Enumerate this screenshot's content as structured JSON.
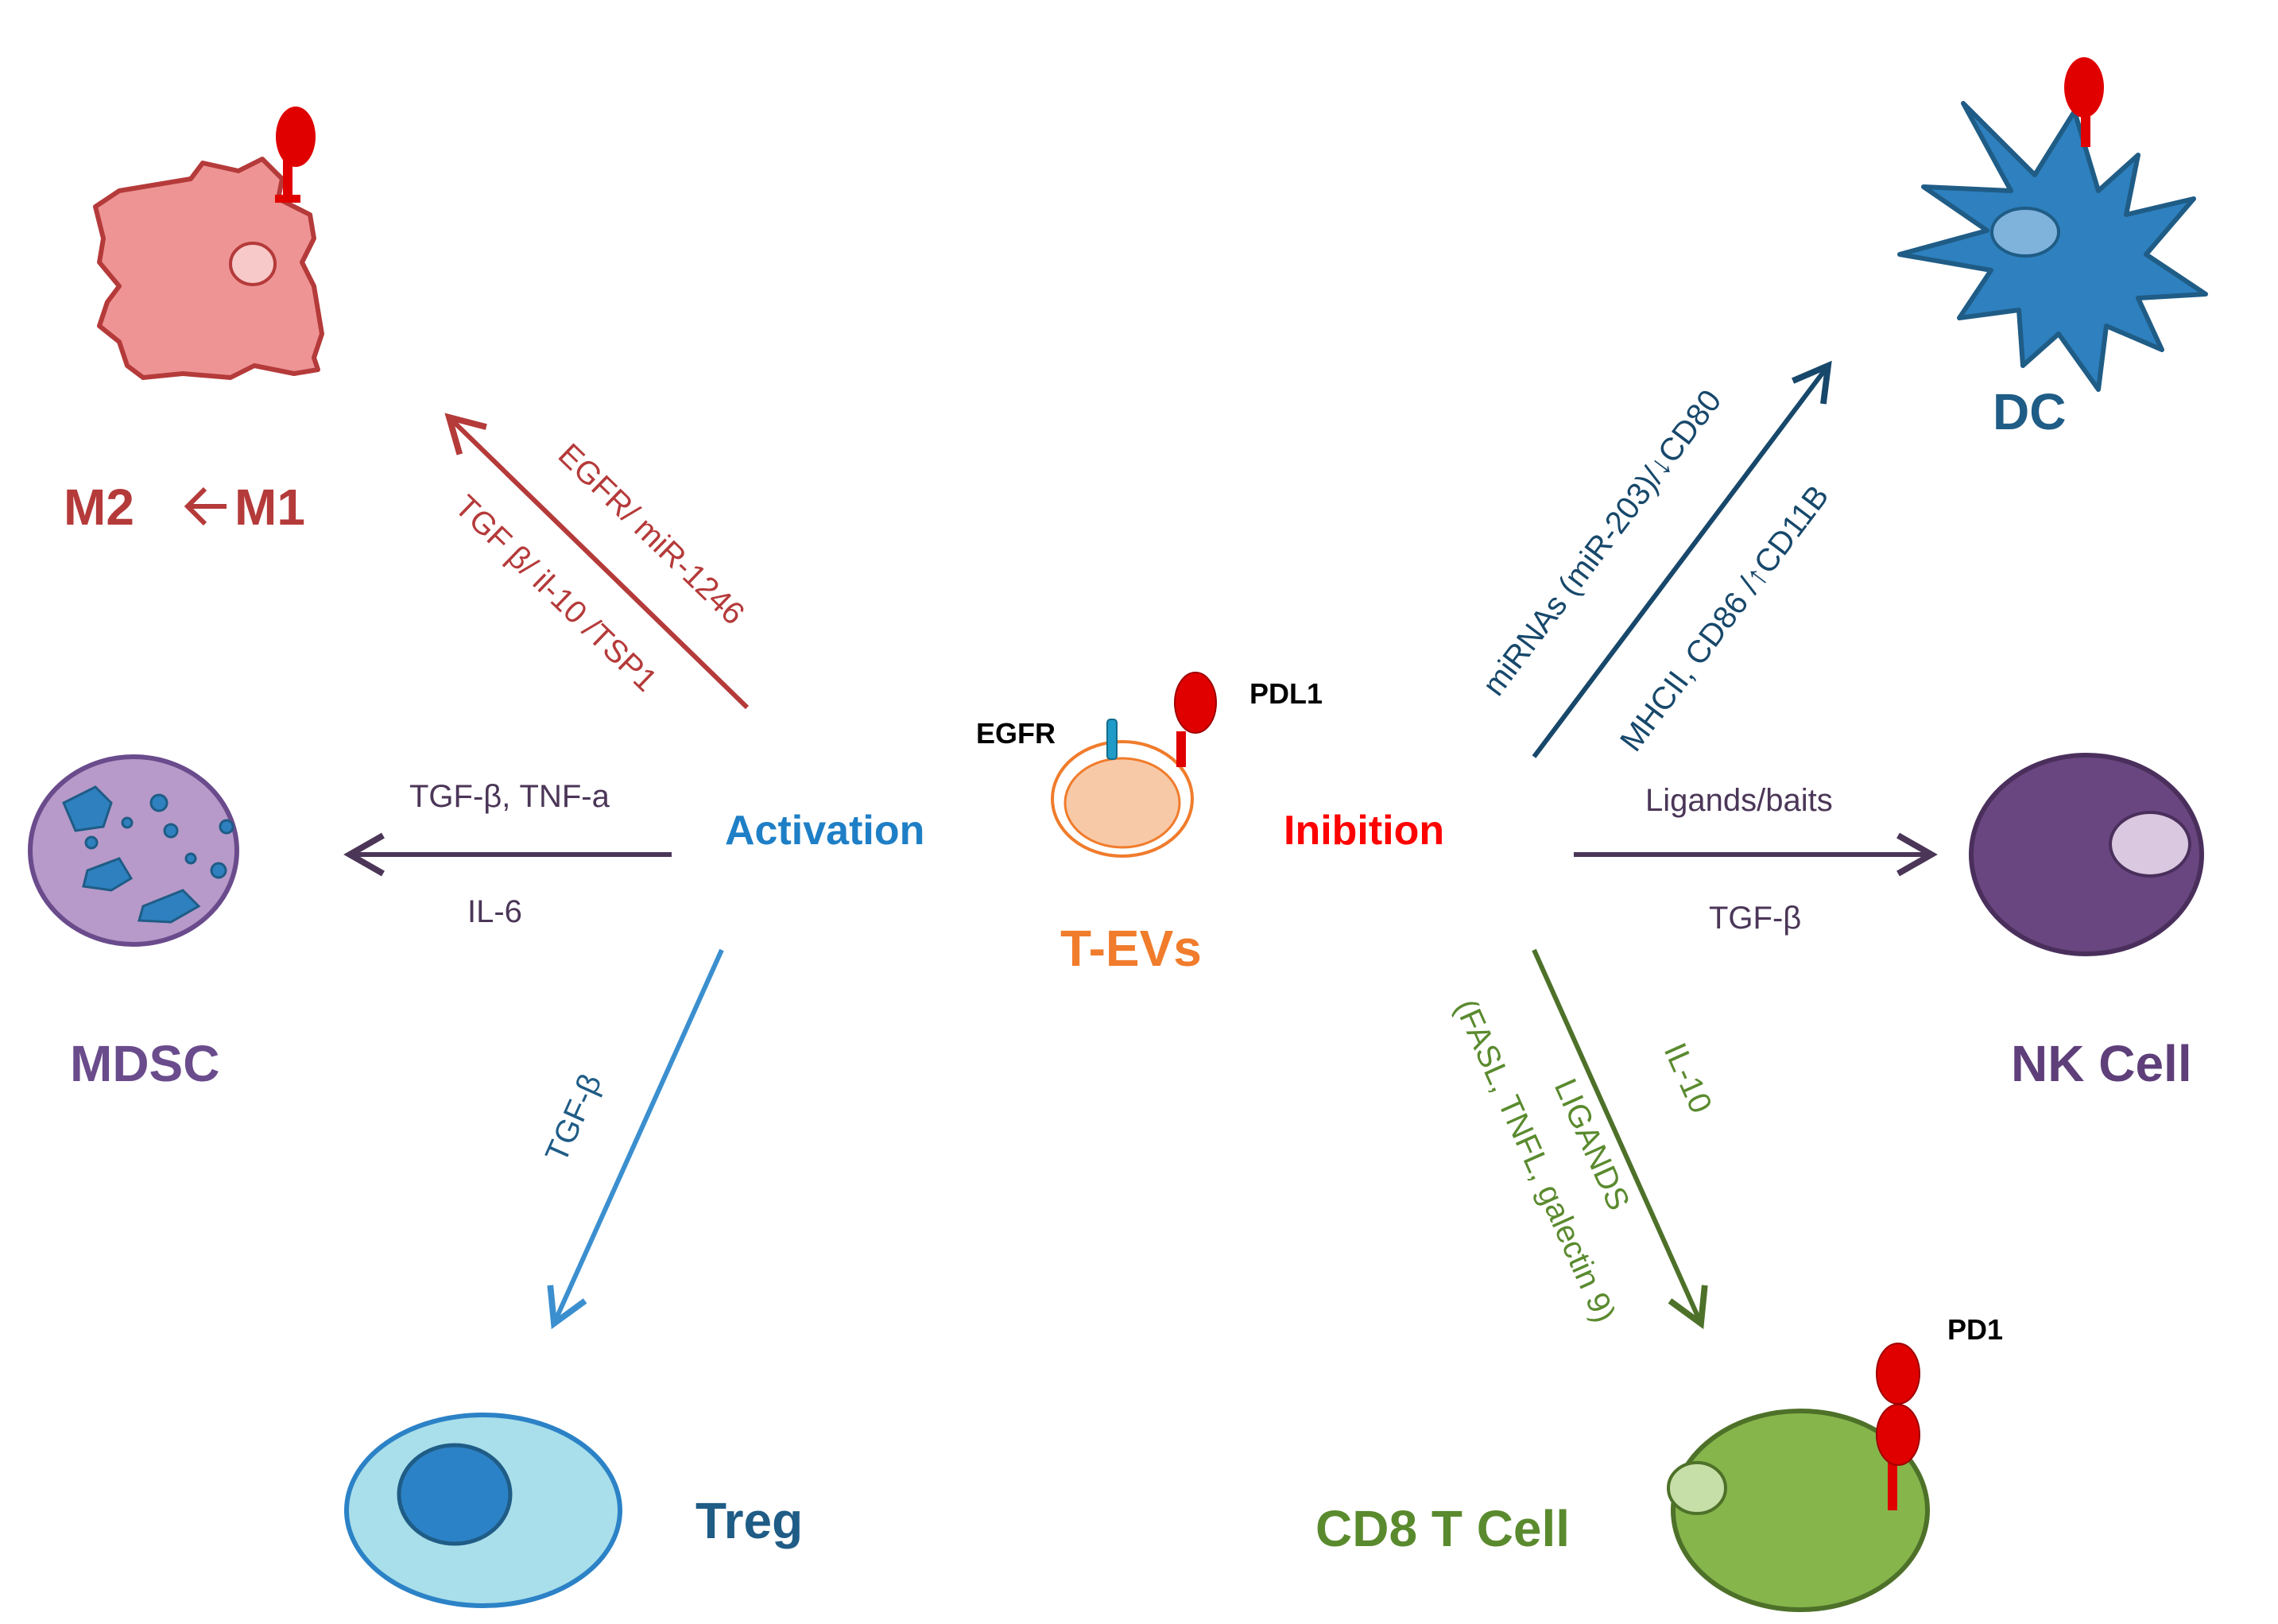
{
  "colors": {
    "macrophage": "#B53A3A",
    "macrophage_fill": "#EE9494",
    "dc": "#1F5C86",
    "dc_fill": "#2E80BE",
    "nk": "#5E3F79",
    "nk_fill": "#6A4680",
    "mdsc": "#6A4B8C",
    "mdsc_fill": "#B79AC9",
    "treg": "#2C82C6",
    "treg_fill": "#A9DFEA",
    "cd8": "#4E7129",
    "cd8_fill": "#86B54C",
    "activation": "#1E7FC6",
    "inhibition": "#FF0000",
    "tevs": "#F07C2C",
    "receptor_red": "#E00000",
    "egfr_blue": "#1E9BC6",
    "arrow_purple": "#4B3658",
    "arrow_dc": "#17486B",
    "arrow_treg": "#3B8FCF",
    "arrow_cd8": "#4E7129"
  },
  "center": {
    "tevs": "T-EVs",
    "egfr": "EGFR",
    "pdl1": "PDL1",
    "activation": "Activation",
    "inhibition": "Inibition"
  },
  "cells": {
    "m2": "M2",
    "m1": "M1",
    "mdsc": "MDSC",
    "treg": "Treg",
    "dc": "DC",
    "nk": "NK Cell",
    "cd8": "CD8 T Cell",
    "pd1": "PD1"
  },
  "arrows": {
    "macrophage_1": "EGFR/ miR-1246",
    "macrophage_2": "TGF β/ il-10 /TSP1",
    "mdsc_top": "TGF-β, TNF-a",
    "mdsc_bottom": "IL-6",
    "treg": "TGF-β",
    "dc_1": "miRNAs (miR-203)/↓CD80",
    "dc_2": "MHCII, CD86 /↑CD11B",
    "nk_top": "Ligands/baits",
    "nk_bottom": "TGF-β",
    "cd8_1": "IL-10",
    "cd8_2": "LIGANDS",
    "cd8_3": "(FASL, TNFL, galectin 9)"
  }
}
